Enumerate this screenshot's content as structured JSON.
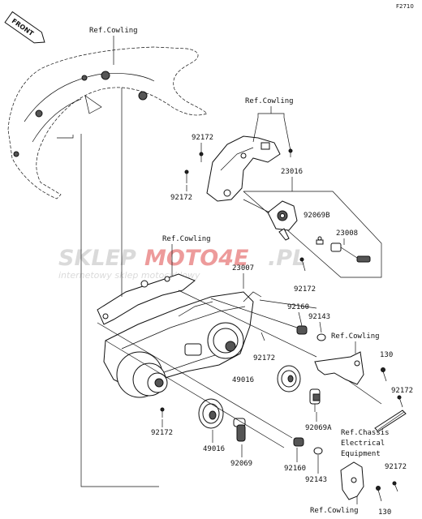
{
  "figure_code": "F2710",
  "front_badge": "FRONT",
  "watermark": {
    "brand_gray": "SKLEP",
    "brand_red": "MOTO4E",
    "brand_tld": ".PL",
    "tagline": "internetowy sklep motocyklowy"
  },
  "colors": {
    "ink": "#111111",
    "watermark_gray": "#bdbdbd",
    "watermark_red": "#e04a4a"
  },
  "labels": {
    "ref_cowling_top": "Ref.Cowling",
    "ref_cowling_right": "Ref.Cowling",
    "p92172_a": "92172",
    "p23016": "23016",
    "p92172_b": "92172",
    "p92069b": "92069B",
    "p23008": "23008",
    "ref_cowling_mid": "Ref.Cowling",
    "p23007": "23007",
    "p92172_c": "92172",
    "p92160_a": "92160",
    "p92143_a": "92143",
    "ref_cowling_bracket": "Ref.Cowling",
    "p92172_d": "92172",
    "p130_a": "130",
    "p49016_a": "49016",
    "p92172_e": "92172",
    "p92069a": "92069A",
    "ref_chassis_1": "Ref.Chassis",
    "ref_chassis_2": "Electrical",
    "ref_chassis_3": "Equipment",
    "p92172_f": "92172",
    "p49016_b": "49016",
    "p92069": "92069",
    "p92160_b": "92160",
    "p92143_b": "92143",
    "p92172_g": "92172",
    "ref_cowling_bottom": "Ref.Cowling",
    "p130_b": "130"
  }
}
